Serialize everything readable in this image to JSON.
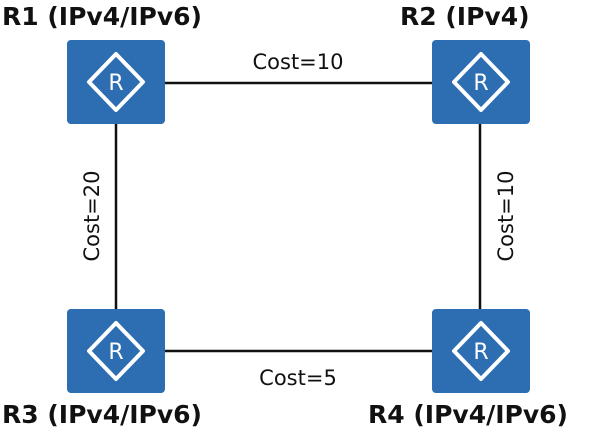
{
  "colors": {
    "router_fill": "#2d6db2",
    "router_symbol": "#ffffff",
    "link": "#111111"
  },
  "routers": {
    "r1": {
      "label": "R1 (IPv4/IPv6)",
      "symbol": "R",
      "icon": "router-icon"
    },
    "r2": {
      "label": "R2 (IPv4)",
      "symbol": "R",
      "icon": "router-icon"
    },
    "r3": {
      "label": "R3 (IPv4/IPv6)",
      "symbol": "R",
      "icon": "router-icon"
    },
    "r4": {
      "label": "R4 (IPv4/IPv6)",
      "symbol": "R",
      "icon": "router-icon"
    }
  },
  "links": {
    "r1_r2": {
      "label": "Cost=10"
    },
    "r1_r3": {
      "label": "Cost=20"
    },
    "r2_r4": {
      "label": "Cost=10"
    },
    "r3_r4": {
      "label": "Cost=5"
    }
  }
}
